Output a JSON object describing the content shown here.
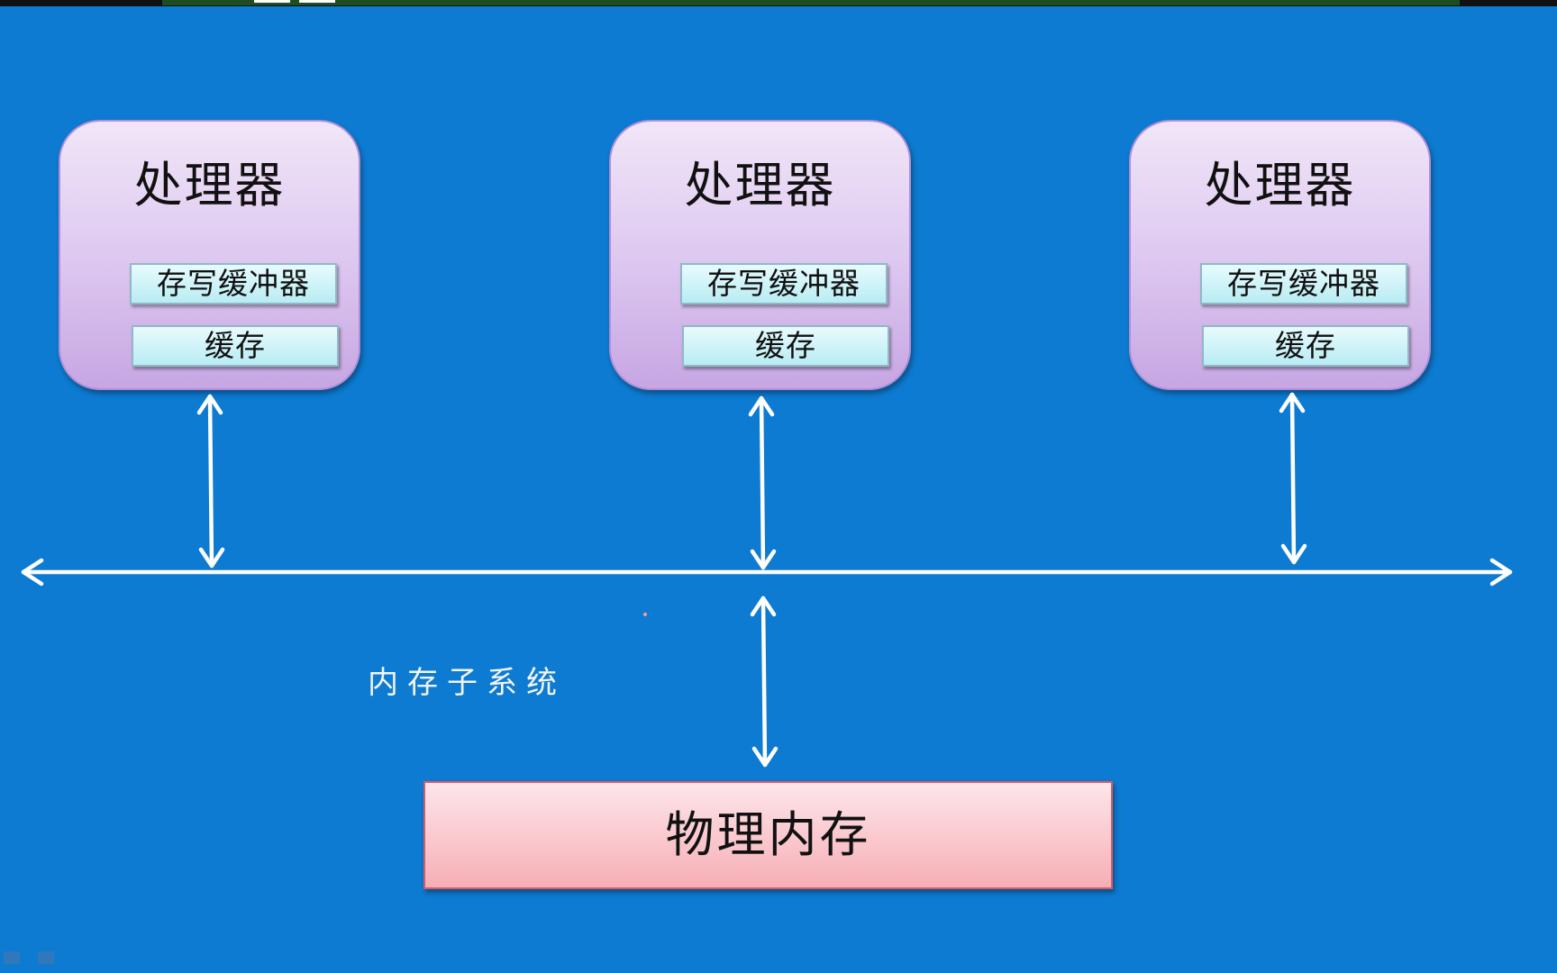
{
  "processors": [
    {
      "title": "处理器",
      "write_buffer": "存写缓冲器",
      "cache": "缓存"
    },
    {
      "title": "处理器",
      "write_buffer": "存写缓冲器",
      "cache": "缓存"
    },
    {
      "title": "处理器",
      "write_buffer": "存写缓冲器",
      "cache": "缓存"
    }
  ],
  "subsystem_label": "内存子系统",
  "memory_label": "物理内存",
  "colors": {
    "background": "#0d7bd1",
    "processor_fill": "#dcc6ef",
    "buffer_fill": "#b8ecf3",
    "memory_fill": "#f7aeb6",
    "arrow": "#ffffff"
  }
}
